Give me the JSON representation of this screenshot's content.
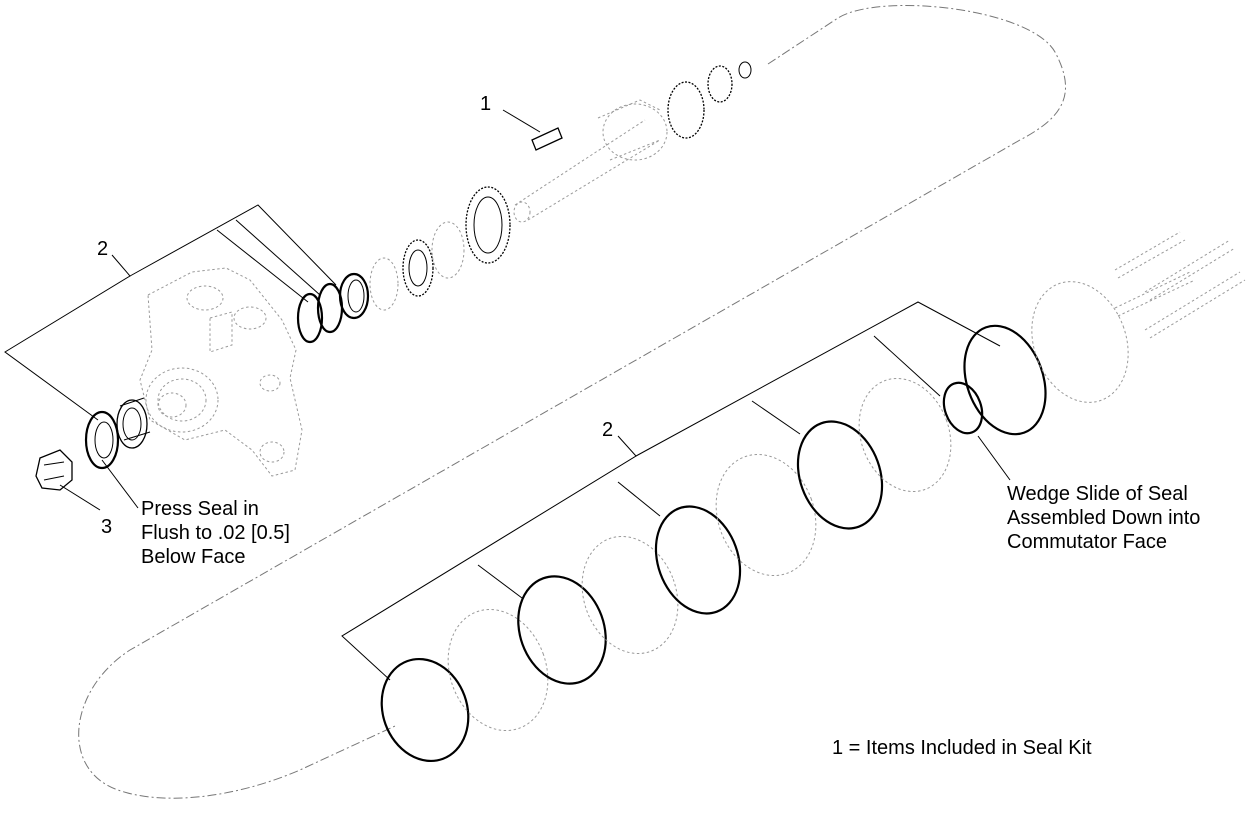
{
  "callouts": {
    "item_1": "1",
    "item_2_upper": "2",
    "item_2_lower": "2",
    "item_3": "3"
  },
  "notes": {
    "press_seal": [
      "Press Seal in",
      "Flush to .02 [0.5]",
      "Below Face"
    ],
    "wedge_seal": [
      "Wedge Slide of Seal",
      "Assembled Down into",
      "Commutator Face"
    ],
    "legend": "1 = Items Included in Seal Kit"
  }
}
